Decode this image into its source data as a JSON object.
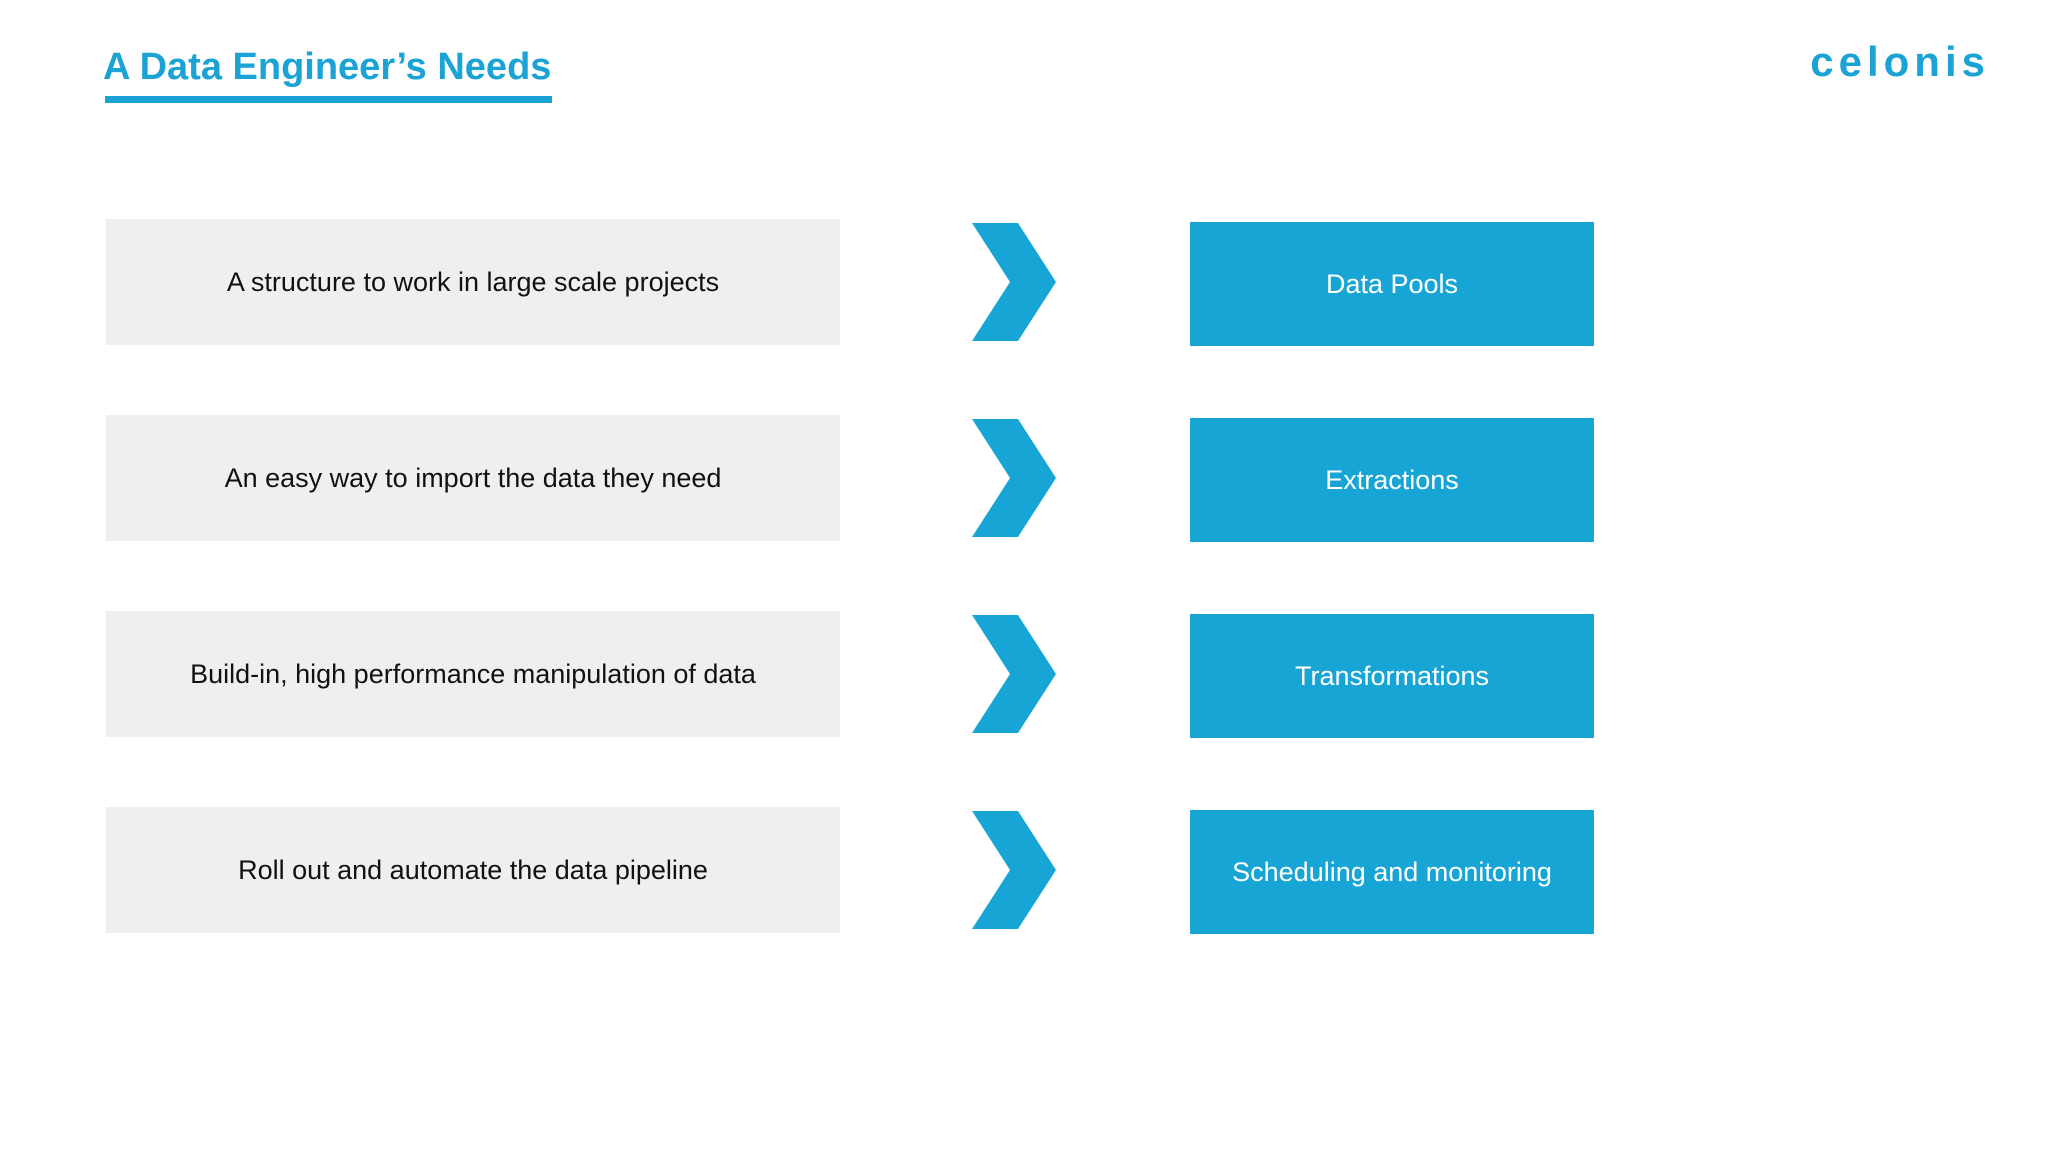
{
  "header": {
    "title": "A Data Engineer’s Needs",
    "logo_text": "celonis"
  },
  "colors": {
    "accent": "#1aa3d4",
    "feature_box": "#17a5d6",
    "need_box": "#efefef"
  },
  "rows": [
    {
      "need": "A structure to work in large scale projects",
      "feature": "Data Pools",
      "arrow_icon": "chevron-right-icon"
    },
    {
      "need": "An easy way to import the data they need",
      "feature": "Extractions",
      "arrow_icon": "chevron-right-icon"
    },
    {
      "need": "Build-in, high performance manipulation of data",
      "feature": "Transformations",
      "arrow_icon": "chevron-right-icon"
    },
    {
      "need": "Roll out and automate the data pipeline",
      "feature": "Scheduling and monitoring",
      "arrow_icon": "chevron-right-icon"
    }
  ]
}
